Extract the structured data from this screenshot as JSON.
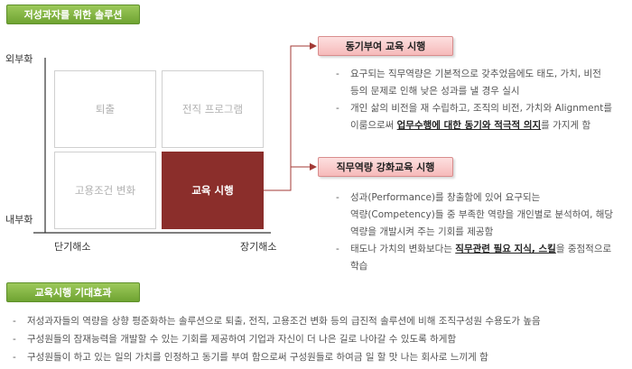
{
  "section_solution": {
    "title": "저성과자를 위한 솔루션"
  },
  "axes": {
    "y_top": "외부화",
    "y_bottom": "내부화",
    "x_left": "단기해소",
    "x_right": "장기해소"
  },
  "quadrants": {
    "top_left": "퇴출",
    "top_right": "전직 프로그램",
    "bottom_left": "고용조건 변화",
    "bottom_right": "교육 시행"
  },
  "motivation": {
    "title": "동기부여 교육 시행",
    "items": [
      {
        "lines": [
          "요구되는 직무역량은 기본적으로 갖추었음에도 태도, 가치, 비전",
          "등의 문제로 인해 낮은 성과를 낼 경우 실시"
        ]
      },
      {
        "lines": [
          "개인 삶의 비전을 재 수립하고, 조직의 비전, 가치와 Alignment를"
        ],
        "pre": "이룸으로써 ",
        "bold": "업무수행에 대한 동기와 적극적 의지",
        "post": "를 가지게 함"
      }
    ]
  },
  "competency": {
    "title": "직무역량 강화교육 시행",
    "items": [
      {
        "lines": [
          "성과(Performance)를 창출함에 있어 요구되는",
          "역량(Competency)들 중 부족한 역량을 개인별로 분석하여, 해당",
          "역량을 개발시켜 주는 기회를 제공함"
        ]
      },
      {
        "pre": "태도나 가치의 변화보다는 ",
        "bold": "직무관련 필요 지식, 스킬",
        "post": "을 중점적으로",
        "lines2": [
          "학습"
        ]
      }
    ]
  },
  "section_effects": {
    "title": "교육시행 기대효과",
    "items": [
      "저성과자들의 역량을 상향 평준화하는 솔루션으로 퇴출, 전직, 고용조건 변화 등의 급진적 솔루션에 비해 조직구성원 수용도가 높음",
      "구성원들의 잠재능력을 개발할 수 있는 기회를 제공하여 기업과 자신이 더 나은 길로 나아갈 수 있도록 하게함",
      "구성원들이 하고 있는 일의 가치를 인정하고 동기를 부여 함으로써 구성원들로 하여금 일 할 맛 나는 회사로 느끼게 함"
    ]
  },
  "colors": {
    "green": "#7bb03d",
    "highlight_quadrant": "#8b2e2b",
    "pink_box": "#f6b9b9",
    "connector": "#a33a36"
  }
}
